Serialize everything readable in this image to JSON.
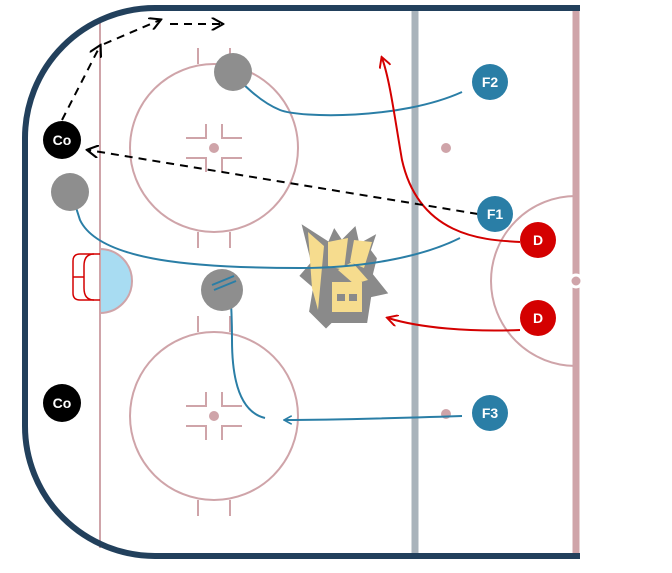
{
  "players": {
    "coach_top": "Co",
    "coach_bottom": "Co",
    "f1": "F1",
    "f2": "F2",
    "f3": "F3",
    "d_top": "D",
    "d_bottom": "D"
  },
  "colors": {
    "boards": "#22405c",
    "rink_lines": "#cfa4a9",
    "blue_line": "#a9b3bb",
    "forward": "#2a7ea6",
    "defense": "#d40000",
    "coach": "#000000",
    "cone": "#8e8e8e",
    "crease": "#a8dcf2"
  },
  "logo": {
    "description_text": ""
  }
}
